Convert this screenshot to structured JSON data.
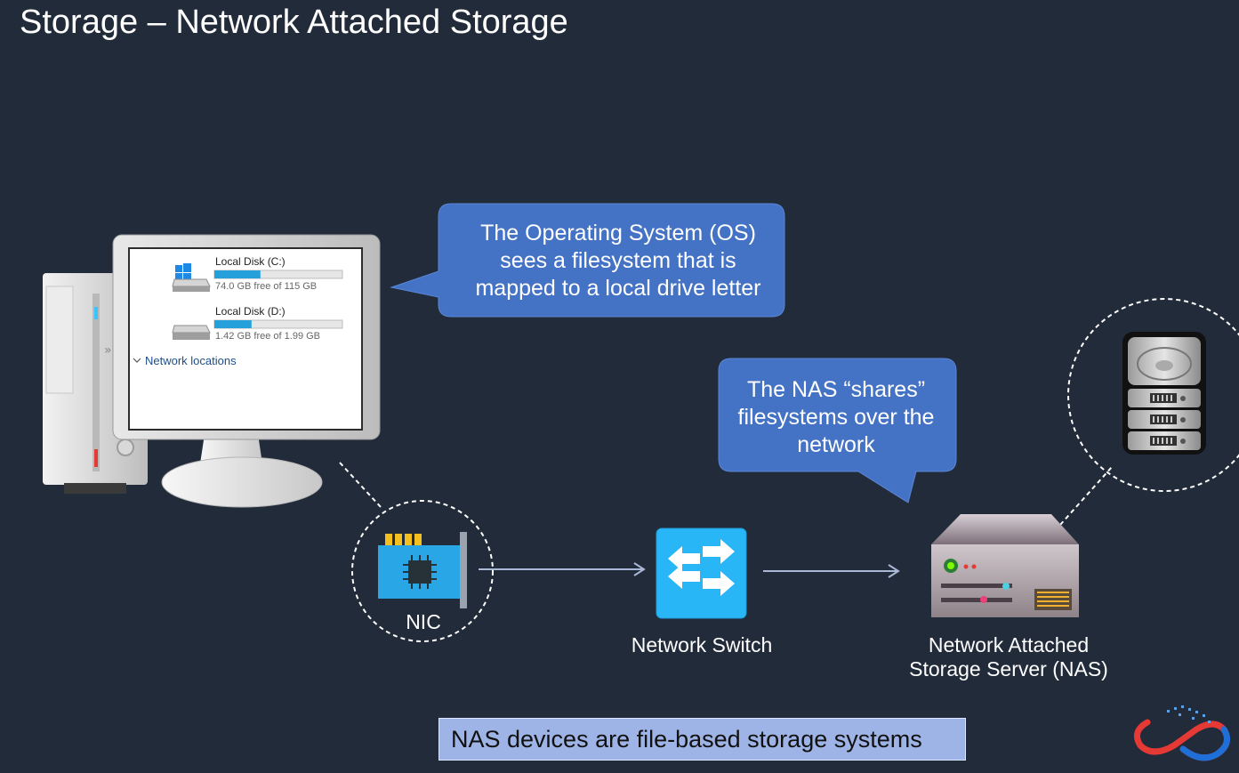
{
  "title": "Storage – Network Attached Storage",
  "bubbles": {
    "os": [
      "The Operating System (OS)",
      "sees a filesystem that is",
      "mapped to a local drive letter"
    ],
    "nas": [
      "The NAS “shares”",
      "filesystems over the",
      "network"
    ]
  },
  "explorer": {
    "drives": [
      {
        "name": "Local Disk (C:)",
        "free": "74.0 GB free of 115 GB",
        "used_fraction": 0.36
      },
      {
        "name": "Local Disk (D:)",
        "free": "1.42 GB free of 1.99 GB",
        "used_fraction": 0.29
      }
    ],
    "network_locations": "Network locations"
  },
  "labels": {
    "nic": "NIC",
    "switch": "Network Switch",
    "nas": [
      "Network Attached",
      "Storage Server (NAS)"
    ]
  },
  "note": "NAS devices are file-based storage systems",
  "colors": {
    "background": "#222b3a",
    "bubble": "#4472c4",
    "switch": "#29b6f6",
    "note_bg": "#9fb4e6",
    "usage_bar": "#26a0da"
  }
}
